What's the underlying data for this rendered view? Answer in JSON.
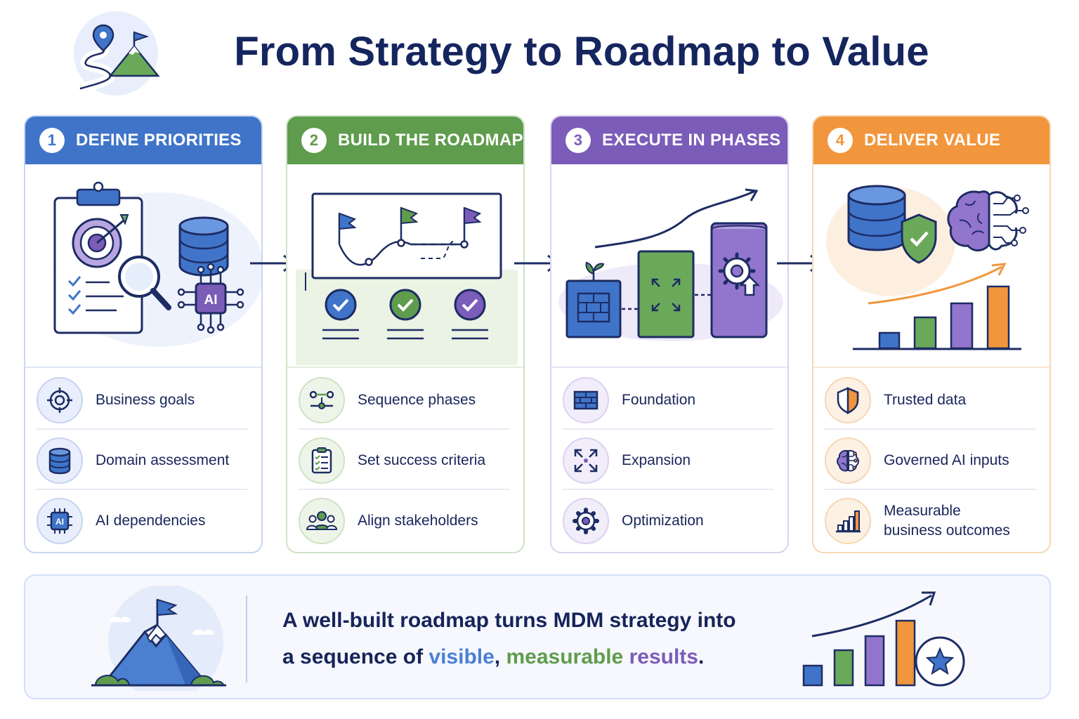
{
  "title": "From Strategy to Roadmap to Value",
  "colors": {
    "navy": "#15255e",
    "blue": "#3f74c9",
    "green": "#5f9c4d",
    "purple": "#7b5cb8",
    "orange": "#f1963d"
  },
  "steps": [
    {
      "number": "1",
      "title": "DEFINE PRIORITIES",
      "items": [
        {
          "icon": "target-icon",
          "label": "Business goals"
        },
        {
          "icon": "database-icon",
          "label": "Domain assessment"
        },
        {
          "icon": "ai-chip-icon",
          "label": "AI dependencies",
          "chip_text": "AI"
        }
      ],
      "illustration": {
        "chip_text": "AI"
      }
    },
    {
      "number": "2",
      "title": "BUILD THE ROADMAP",
      "items": [
        {
          "icon": "sequence-icon",
          "label": "Sequence phases"
        },
        {
          "icon": "checklist-icon",
          "label": "Set success criteria"
        },
        {
          "icon": "stakeholders-icon",
          "label": "Align stakeholders"
        }
      ]
    },
    {
      "number": "3",
      "title": "EXECUTE IN PHASES",
      "items": [
        {
          "icon": "brick-icon",
          "label": "Foundation"
        },
        {
          "icon": "expand-icon",
          "label": "Expansion"
        },
        {
          "icon": "gear-icon",
          "label": "Optimization"
        }
      ]
    },
    {
      "number": "4",
      "title": "DELIVER VALUE",
      "items": [
        {
          "icon": "shield-icon",
          "label": "Trusted data"
        },
        {
          "icon": "brain-icon",
          "label": "Governed AI inputs"
        },
        {
          "icon": "bar-chart-icon",
          "label": "Measurable business outcomes",
          "line1": "Measurable",
          "line2": "business outcomes"
        }
      ]
    }
  ],
  "summary": {
    "line1": "A well-built roadmap turns MDM strategy into",
    "line2_prefix": "a sequence of ",
    "word_visible": "visible",
    "comma": ", ",
    "word_measurable": "measurable",
    "space": " ",
    "word_results": "results",
    "period": "."
  }
}
